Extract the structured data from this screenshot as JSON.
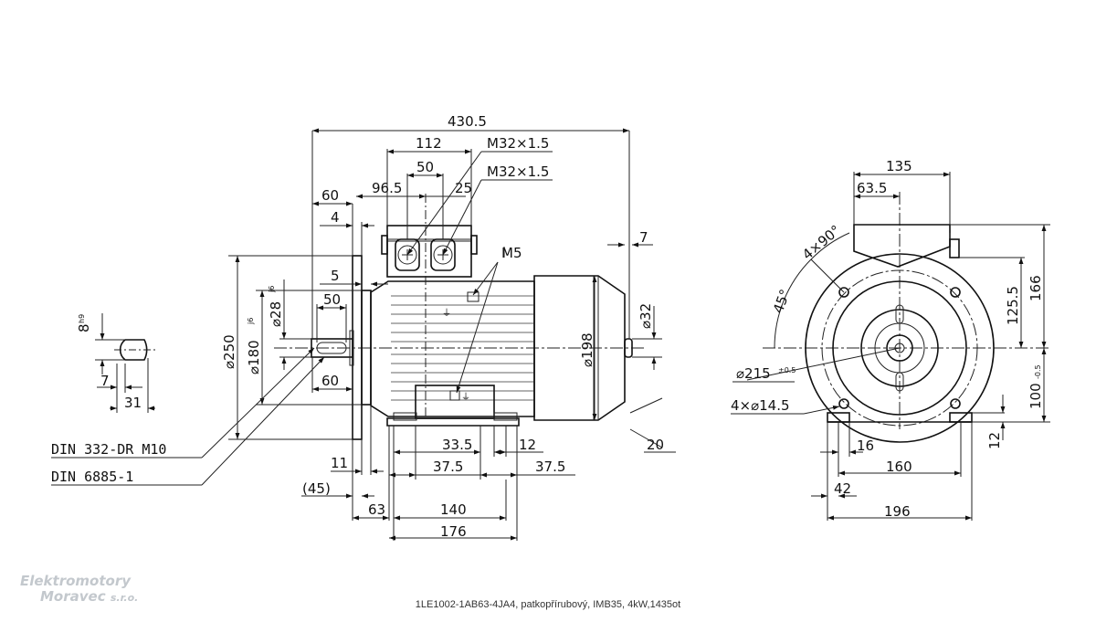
{
  "caption": "1LE1002-1AB63-4JA4, patkopřírubový, IMB35, 4kW,1435ot",
  "logo": {
    "line1": "Elektromotory",
    "line2": "Moravec",
    "line2_suffix": "s.r.o."
  },
  "side_view": {
    "dim_overall_length": "430.5",
    "dim_terminal_box_width": "112",
    "dim_gland_spacing": "50",
    "dim_terminal_box_pos": "96.5",
    "dim_gland_offset": "25",
    "gland_1": "M32×1.5",
    "gland_2": "M32×1.5",
    "dim_shaft_length": "60",
    "dim_flange_spigot": "4",
    "dim_flange_thickness": "5",
    "dim_key_length": "50",
    "dim_shaft_end": "60",
    "dim_flange_dia": "⌀250",
    "dim_spigot_dia": "⌀180",
    "dim_spigot_tol": "j6",
    "dim_shaft_dia": "⌀28",
    "dim_shaft_tol": "j6",
    "dim_earth_thread": "M5",
    "dim_frame_dia": "⌀198",
    "dim_fan_hub_dia": "⌀32",
    "dim_fan_offset": "7",
    "dim_foot_thickness": "20",
    "dim_foot_hole_span": "33.5",
    "dim_foot_hole_width": "12",
    "dim_foot_left": "37.5",
    "dim_foot_right": "37.5",
    "dim_flange_offset": "11",
    "dim_shoulder": "(45)",
    "dim_foot_start": "63",
    "dim_foot_holes": "140",
    "dim_foot_length": "176",
    "note_centre_hole": "DIN 332-DR M10",
    "note_key": "DIN 6885-1"
  },
  "key_section": {
    "dim_key_width": "8",
    "dim_key_width_tol": "h9",
    "dim_key_height": "7",
    "dim_key_depth": "31"
  },
  "end_view": {
    "dim_box_width": "135",
    "dim_box_offset": "63.5",
    "dim_box_height": "125.5",
    "dim_box_total": "166",
    "dim_bolt_angle": "4×90°",
    "dim_angle_45": "45°",
    "dim_pcd": "⌀215",
    "dim_pcd_tol": "±0.5",
    "dim_bolt_holes": "4×⌀14.5",
    "dim_shaft_height": "100",
    "dim_shaft_height_tol": "-0.5",
    "dim_foot_height": "12",
    "dim_foot_slot": "16",
    "dim_foot_spacing": "160",
    "dim_foot_edge": "42",
    "dim_foot_width": "196"
  }
}
